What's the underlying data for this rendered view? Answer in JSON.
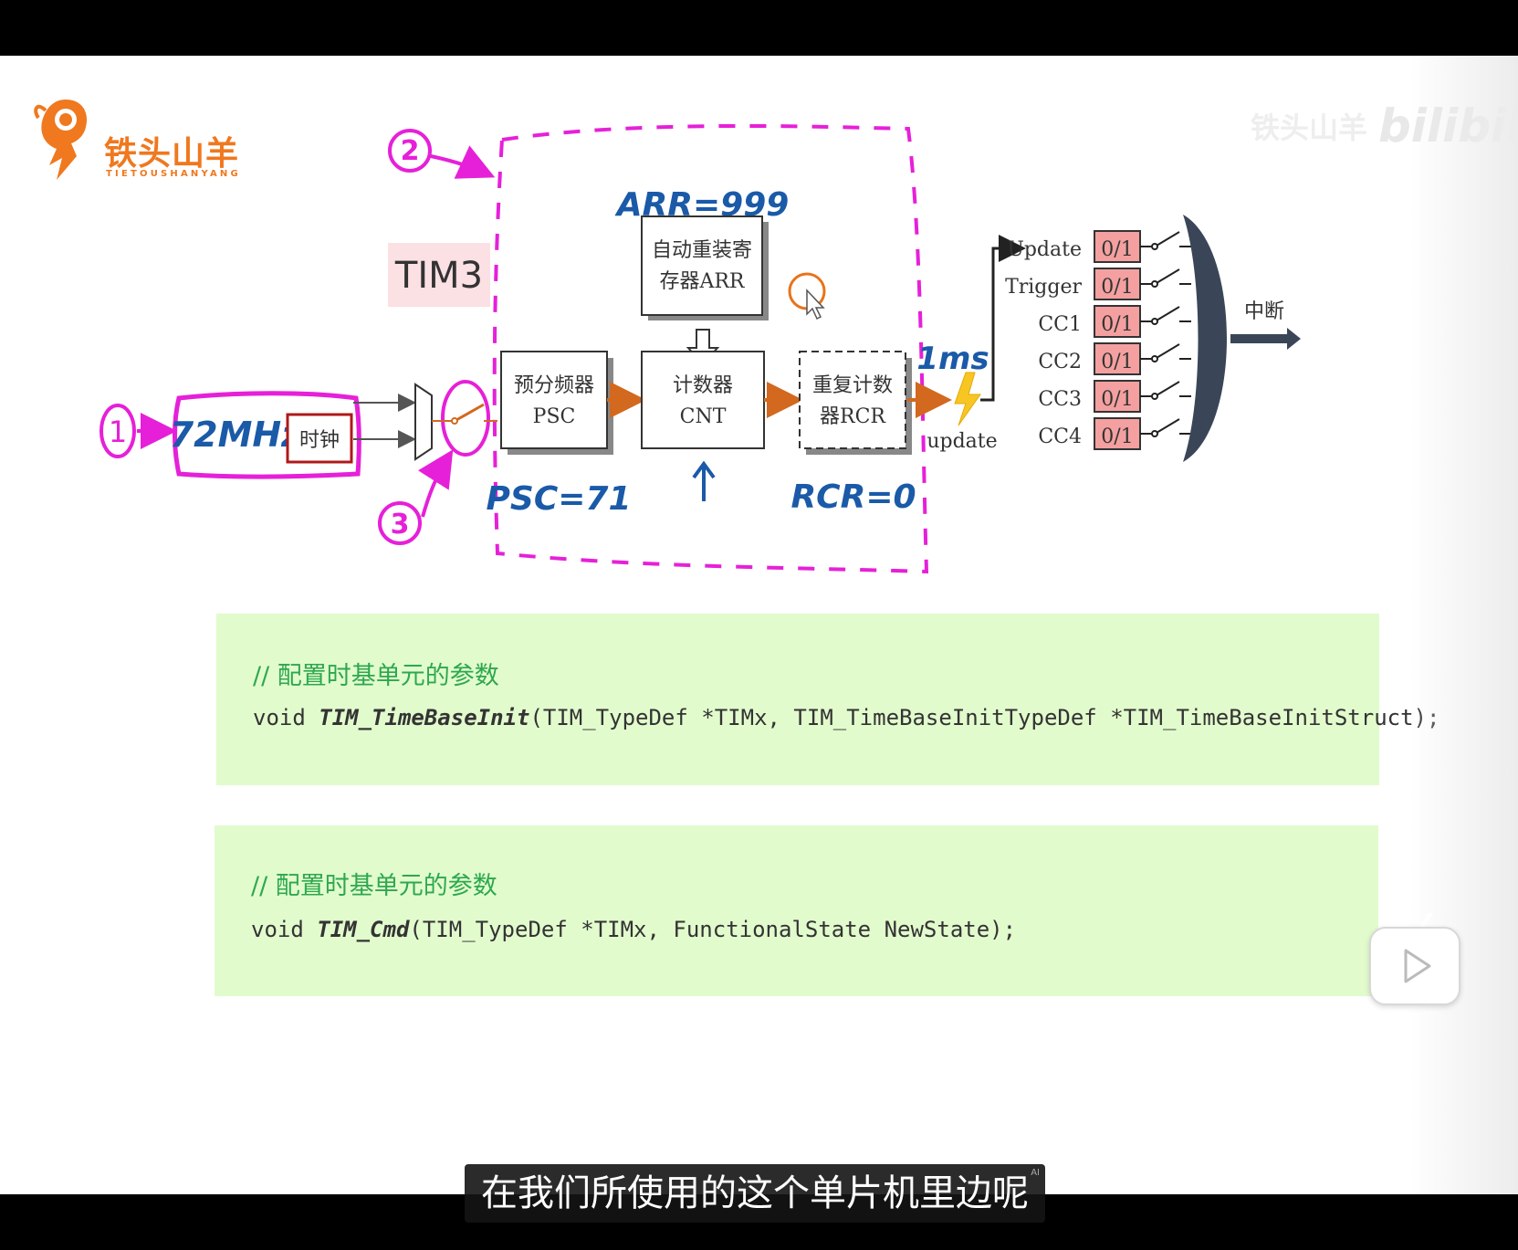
{
  "logo": {
    "name": "铁头山羊",
    "sub": "TIETOUSHANYANG"
  },
  "watermark": {
    "channel": "铁头山羊",
    "brand": "bilibili"
  },
  "diagram": {
    "marks": {
      "one": "1",
      "two": "2",
      "three": "3"
    },
    "clock_freq": "72MHz",
    "clock_label": "时钟",
    "tim_label": "TIM3",
    "arr_value": "ARR=999",
    "arr_box": [
      "自动重装寄",
      "存器ARR"
    ],
    "psc_box": [
      "预分频器",
      "PSC"
    ],
    "cnt_box": [
      "计数器",
      "CNT"
    ],
    "rcr_box": [
      "重复计数",
      "器RCR"
    ],
    "psc_value": "PSC=71",
    "rcr_value": "RCR=0",
    "period": "1ms",
    "update_label": "update",
    "interrupt_label": "中断",
    "sources": [
      {
        "name": "Update",
        "flag": "0/1"
      },
      {
        "name": "Trigger",
        "flag": "0/1"
      },
      {
        "name": "CC1",
        "flag": "0/1"
      },
      {
        "name": "CC2",
        "flag": "0/1"
      },
      {
        "name": "CC3",
        "flag": "0/1"
      },
      {
        "name": "CC4",
        "flag": "0/1"
      }
    ]
  },
  "code_blocks": [
    {
      "comment": "// 配置时基单元的参数",
      "prefix": "void ",
      "fn": "TIM_TimeBaseInit",
      "args": "(TIM_TypeDef *TIMx, TIM_TimeBaseInitTypeDef *TIM_TimeBaseInitStruct);"
    },
    {
      "comment": "// 配置时基单元的参数",
      "prefix": "void ",
      "fn": "TIM_Cmd",
      "args": "(TIM_TypeDef *TIMx, FunctionalState NewState);"
    }
  ],
  "subtitle": {
    "text": "在我们所使用的这个单片机里边呢",
    "ai_tag": "AI"
  },
  "colors": {
    "magenta": "#e620d8",
    "blue": "#1a5aa8",
    "orange": "#d2691e",
    "code_bg": "#e2fbcd",
    "comment": "#2da84e",
    "flag_bg": "#f4a0a0"
  }
}
